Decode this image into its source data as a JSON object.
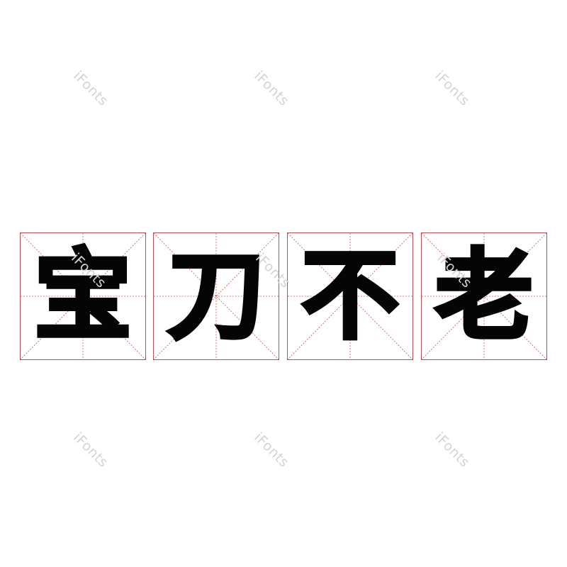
{
  "title": {
    "characters": [
      "宝",
      "刀",
      "不",
      "老"
    ]
  },
  "watermark": {
    "text": "iFonts"
  },
  "colors": {
    "grid": "#c84b4b",
    "glyph": "#050505",
    "watermark": "#d4d4d4",
    "background": "#ffffff"
  }
}
